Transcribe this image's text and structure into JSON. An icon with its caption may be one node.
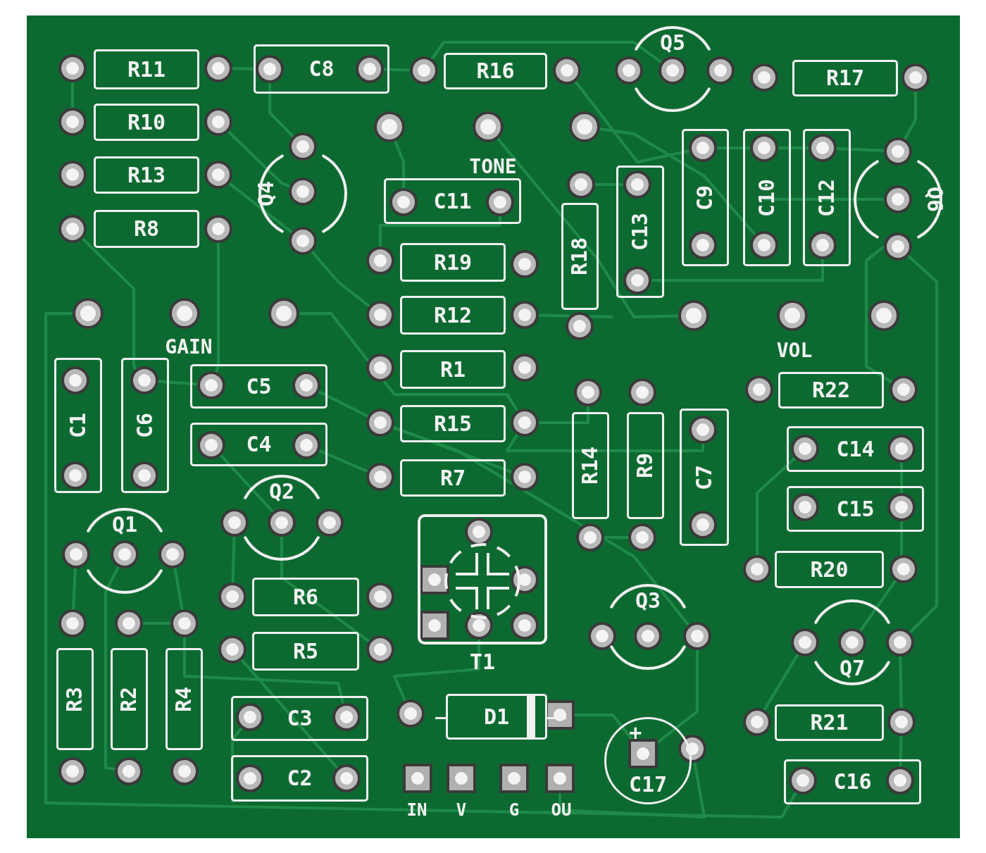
{
  "diagram": {
    "nodes": [
      {
        "text": [
          "R11"
        ]
      },
      {
        "text": [
          "C8"
        ]
      },
      {
        "text": [
          "R16"
        ]
      },
      {
        "text": [
          "Q5"
        ]
      },
      {
        "text": [
          "R17"
        ]
      },
      {
        "text": [
          "R10"
        ]
      },
      {
        "text": [
          "Q4"
        ]
      },
      {
        "text": [
          "R13"
        ]
      },
      {
        "text": [
          "C11"
        ]
      },
      {
        "text": [
          "C13"
        ]
      },
      {
        "text": [
          "C9"
        ]
      },
      {
        "text": [
          "C10"
        ]
      },
      {
        "text": [
          "C12"
        ]
      },
      {
        "text": [
          "Q6"
        ]
      },
      {
        "text": [
          "R8"
        ]
      },
      {
        "text": [
          "R19"
        ]
      },
      {
        "text": [
          "R18"
        ]
      },
      {
        "text": [
          "R12"
        ]
      },
      {
        "text": [
          "R1"
        ]
      },
      {
        "text": [
          "C5"
        ]
      },
      {
        "text": [
          "R22"
        ]
      },
      {
        "text": [
          "C1"
        ]
      },
      {
        "text": [
          "C6"
        ]
      },
      {
        "text": [
          "R15"
        ]
      },
      {
        "text": [
          "R14"
        ]
      },
      {
        "text": [
          "R9"
        ]
      },
      {
        "text": [
          "C7"
        ]
      },
      {
        "text": [
          "C14"
        ]
      },
      {
        "text": [
          "C4"
        ]
      },
      {
        "text": [
          "R7"
        ]
      },
      {
        "text": [
          "Q2"
        ]
      },
      {
        "text": [
          "C15"
        ]
      },
      {
        "text": [
          "Q1"
        ]
      },
      {
        "text": [
          "R20"
        ]
      },
      {
        "text": [
          "R6"
        ]
      },
      {
        "text": [
          "T1"
        ]
      },
      {
        "text": [
          "Q3"
        ]
      },
      {
        "text": [
          "R5"
        ]
      },
      {
        "text": [
          "Q7"
        ]
      },
      {
        "text": [
          "R3"
        ]
      },
      {
        "text": [
          "R2"
        ]
      },
      {
        "text": [
          "R4"
        ]
      },
      {
        "text": [
          "C3"
        ]
      },
      {
        "text": [
          "D1"
        ]
      },
      {
        "text": [
          "R21"
        ]
      },
      {
        "text": [
          "C2"
        ]
      },
      {
        "text": [
          "+",
          "C17"
        ]
      },
      {
        "text": [
          "C16"
        ]
      }
    ],
    "labels": [
      "TONE",
      "GAIN",
      "VOL",
      "IN",
      "V",
      "G",
      "OU"
    ]
  }
}
